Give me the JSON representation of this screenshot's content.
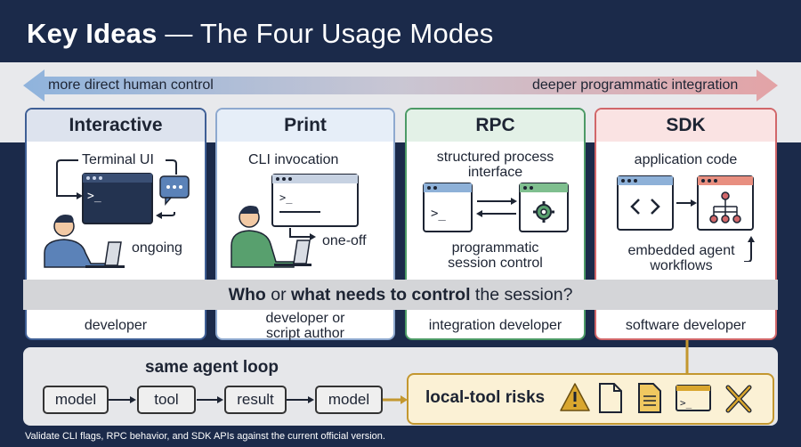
{
  "header": {
    "title_bold": "Key Ideas",
    "title_rest": " — The Four Usage Modes"
  },
  "spectrum": {
    "left_label": "more direct human control",
    "right_label": "deeper programmatic integration"
  },
  "cards": [
    {
      "title": "Interactive",
      "caption_top": "Terminal UI",
      "caption_side": "ongoing",
      "audience": "developer",
      "color": "#3f5f95",
      "head_bg": "#dde3ee"
    },
    {
      "title": "Print",
      "caption_top": "CLI invocation",
      "caption_side": "one-off",
      "audience_line1": "developer or",
      "audience_line2": "script author",
      "color": "#8ea9cf",
      "head_bg": "#e6eef8"
    },
    {
      "title": "RPC",
      "caption_top_line1": "structured process",
      "caption_top_line2": "interface",
      "caption_bottom_line1": "programmatic",
      "caption_bottom_line2": "session control",
      "audience": "integration developer",
      "color": "#4c9a66",
      "head_bg": "#e3f1e7"
    },
    {
      "title": "SDK",
      "caption_top": "application code",
      "caption_bottom_line1": "embedded agent",
      "caption_bottom_line2": "workflows",
      "audience": "software developer",
      "color": "#d1676a",
      "head_bg": "#fae3e3"
    }
  ],
  "question": {
    "pre": "Who",
    "mid1": " or ",
    "bold2": "what needs to control",
    "post": " the session?"
  },
  "loop": {
    "title": "same agent loop",
    "steps": [
      "model",
      "tool",
      "result",
      "model"
    ],
    "risk_label": "local-tool risks",
    "risk_icons": [
      "warning-icon",
      "file-icon",
      "document-icon",
      "terminal-icon",
      "tools-icon"
    ]
  },
  "colors": {
    "background": "#1b2a4a",
    "risk_border": "#c3972f",
    "risk_fill": "#fbf1d5"
  },
  "footnote": "Validate CLI flags, RPC behavior, and SDK APIs against the current official version."
}
